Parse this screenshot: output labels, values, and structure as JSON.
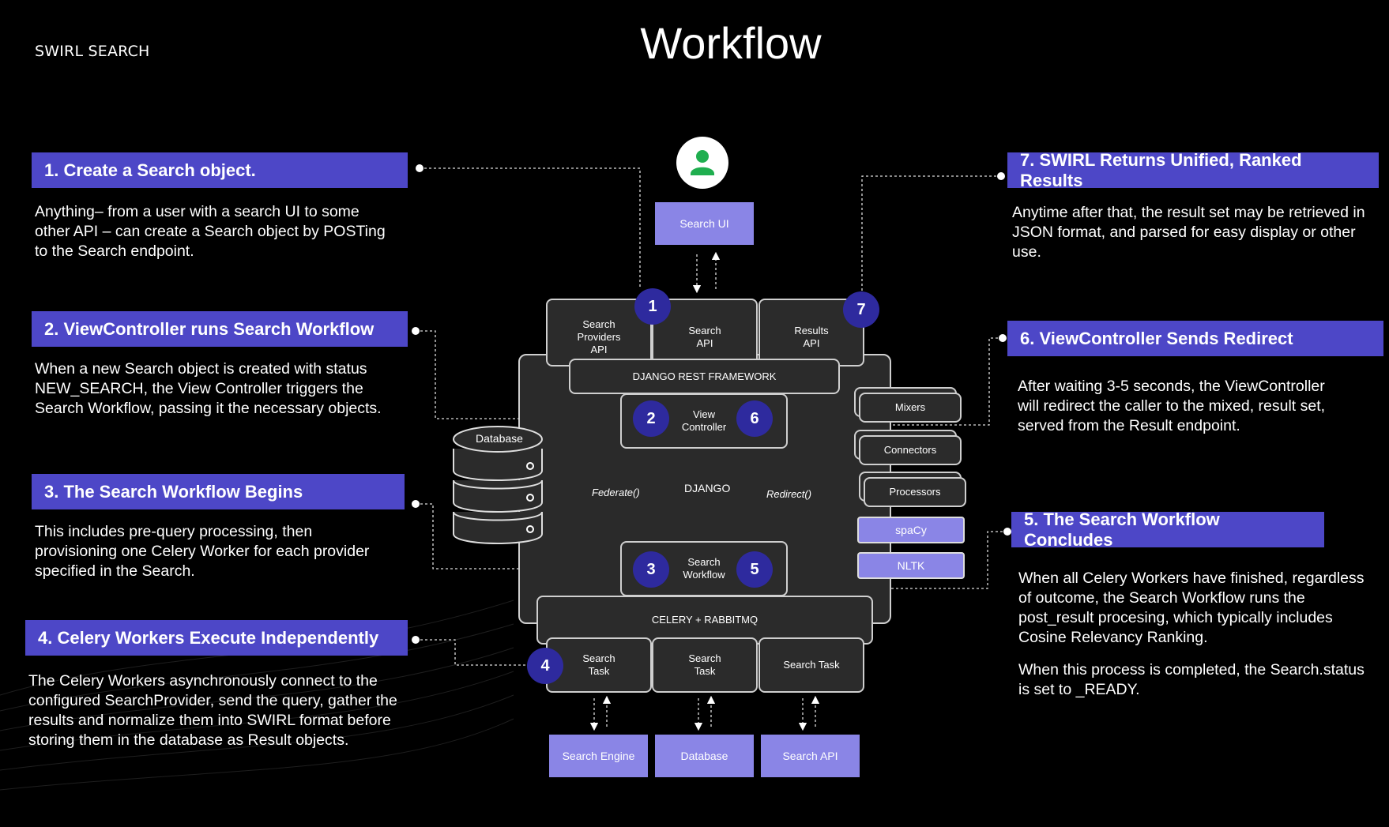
{
  "brand": "SWIRL SEARCH",
  "title": "Workflow",
  "colors": {
    "accent": "#4d47c7",
    "light_purple": "#8a85e6",
    "step_badge": "#2e2a9e",
    "user_icon": "#1fae4f"
  },
  "icons": {
    "user": "user-avatar-icon"
  },
  "steps": [
    {
      "heading": "1. Create a Search object.",
      "body": [
        "Anything– from a user with a search UI to some other API – can create a Search object by POSTing to the Search endpoint."
      ]
    },
    {
      "heading": "2. ViewController runs Search Workflow",
      "body": [
        "When a new Search object is created with status NEW_SEARCH, the View Controller triggers the Search Workflow, passing it the necessary objects."
      ]
    },
    {
      "heading": "3. The Search Workflow Begins",
      "body": [
        "This includes pre-query processing, then provisioning one Celery Worker for each provider specified in the Search."
      ]
    },
    {
      "heading": "4. Celery Workers Execute Independently",
      "body": [
        "The Celery Workers asynchronously connect to the configured SearchProvider, send the query, gather the results and normalize them into SWIRL format before storing them in the database as Result objects."
      ]
    },
    {
      "heading": "5. The Search Workflow Concludes",
      "body": [
        "When all Celery Workers have finished, regardless of outcome, the Search Workflow runs the post_result procesing, which typically includes Cosine Relevancy Ranking.",
        "When this process is completed, the Search.status is set to _READY."
      ]
    },
    {
      "heading": "6. ViewController Sends Redirect",
      "body": [
        "After waiting 3-5 seconds, the ViewController will redirect the caller to the mixed, result set, served from the Result endpoint."
      ]
    },
    {
      "heading": "7. SWIRL Returns Unified, Ranked Results",
      "body": [
        "Anytime after that, the result set may be retrieved in JSON format, and parsed for easy display or other use."
      ]
    }
  ],
  "diagram": {
    "search_ui": "Search UI",
    "search_providers_api": "Search\nProviders\nAPI",
    "search_api": "Search\nAPI",
    "results_api": "Results\nAPI",
    "drf": "DJANGO REST FRAMEWORK",
    "view_controller": "View\nController",
    "django": "DJANGO",
    "federate": "Federate()",
    "redirect": "Redirect()",
    "search_workflow": "Search\nWorkflow",
    "celery": "CELERY + RABBITMQ",
    "task1": "Search\nTask",
    "task2": "Search\nTask",
    "task3": "Search Task",
    "database": "Database",
    "mixers": "Mixers",
    "connectors": "Connectors",
    "processors": "Processors",
    "spacy": "spaCy",
    "nltk": "NLTK",
    "search_engine": "Search Engine",
    "bottom_database": "Database",
    "bottom_search_api": "Search API",
    "badges": [
      "1",
      "2",
      "3",
      "4",
      "5",
      "6",
      "7"
    ]
  }
}
